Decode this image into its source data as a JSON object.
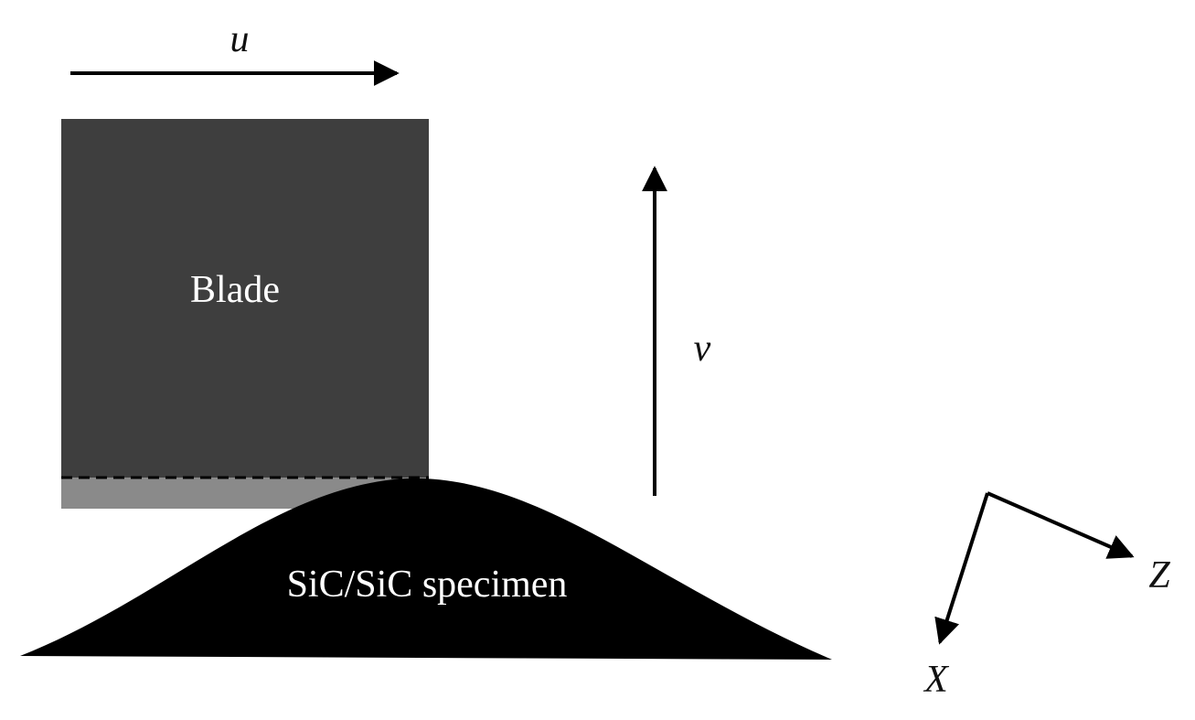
{
  "labels": {
    "u_arrow": "u",
    "v_arrow": "v",
    "blade": "Blade",
    "specimen": "SiC/SiC specimen",
    "axis_z": "Z",
    "axis_x": "X"
  },
  "colors": {
    "blade": "#3e3e3e",
    "blade_edge": "#8a8a8a",
    "specimen": "#000000",
    "arrow": "#000000"
  }
}
